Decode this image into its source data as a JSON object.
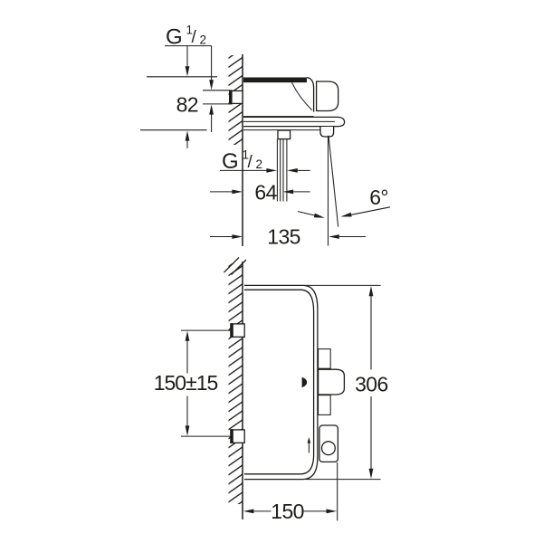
{
  "drawing": {
    "description": "Technical dimension drawing of a wall-mounted thermostatic bath/shower mixer, two orthographic views",
    "colors": {
      "line": "#1d1d1b",
      "background": "#ffffff"
    },
    "top_view": {
      "wall_thread": {
        "prefix": "G",
        "numerator": "1",
        "slash": "/",
        "denominator": "2"
      },
      "outlet_thread": {
        "prefix": "G",
        "numerator": "1",
        "slash": "/",
        "denominator": "2"
      },
      "dim_body_height": "82",
      "dim_outlet_offset": "64",
      "dim_spout_reach": "135",
      "dim_spout_angle": "6°"
    },
    "front_view": {
      "dim_connection_spacing": "150±15",
      "dim_total_height": "306",
      "dim_depth": "150"
    }
  }
}
